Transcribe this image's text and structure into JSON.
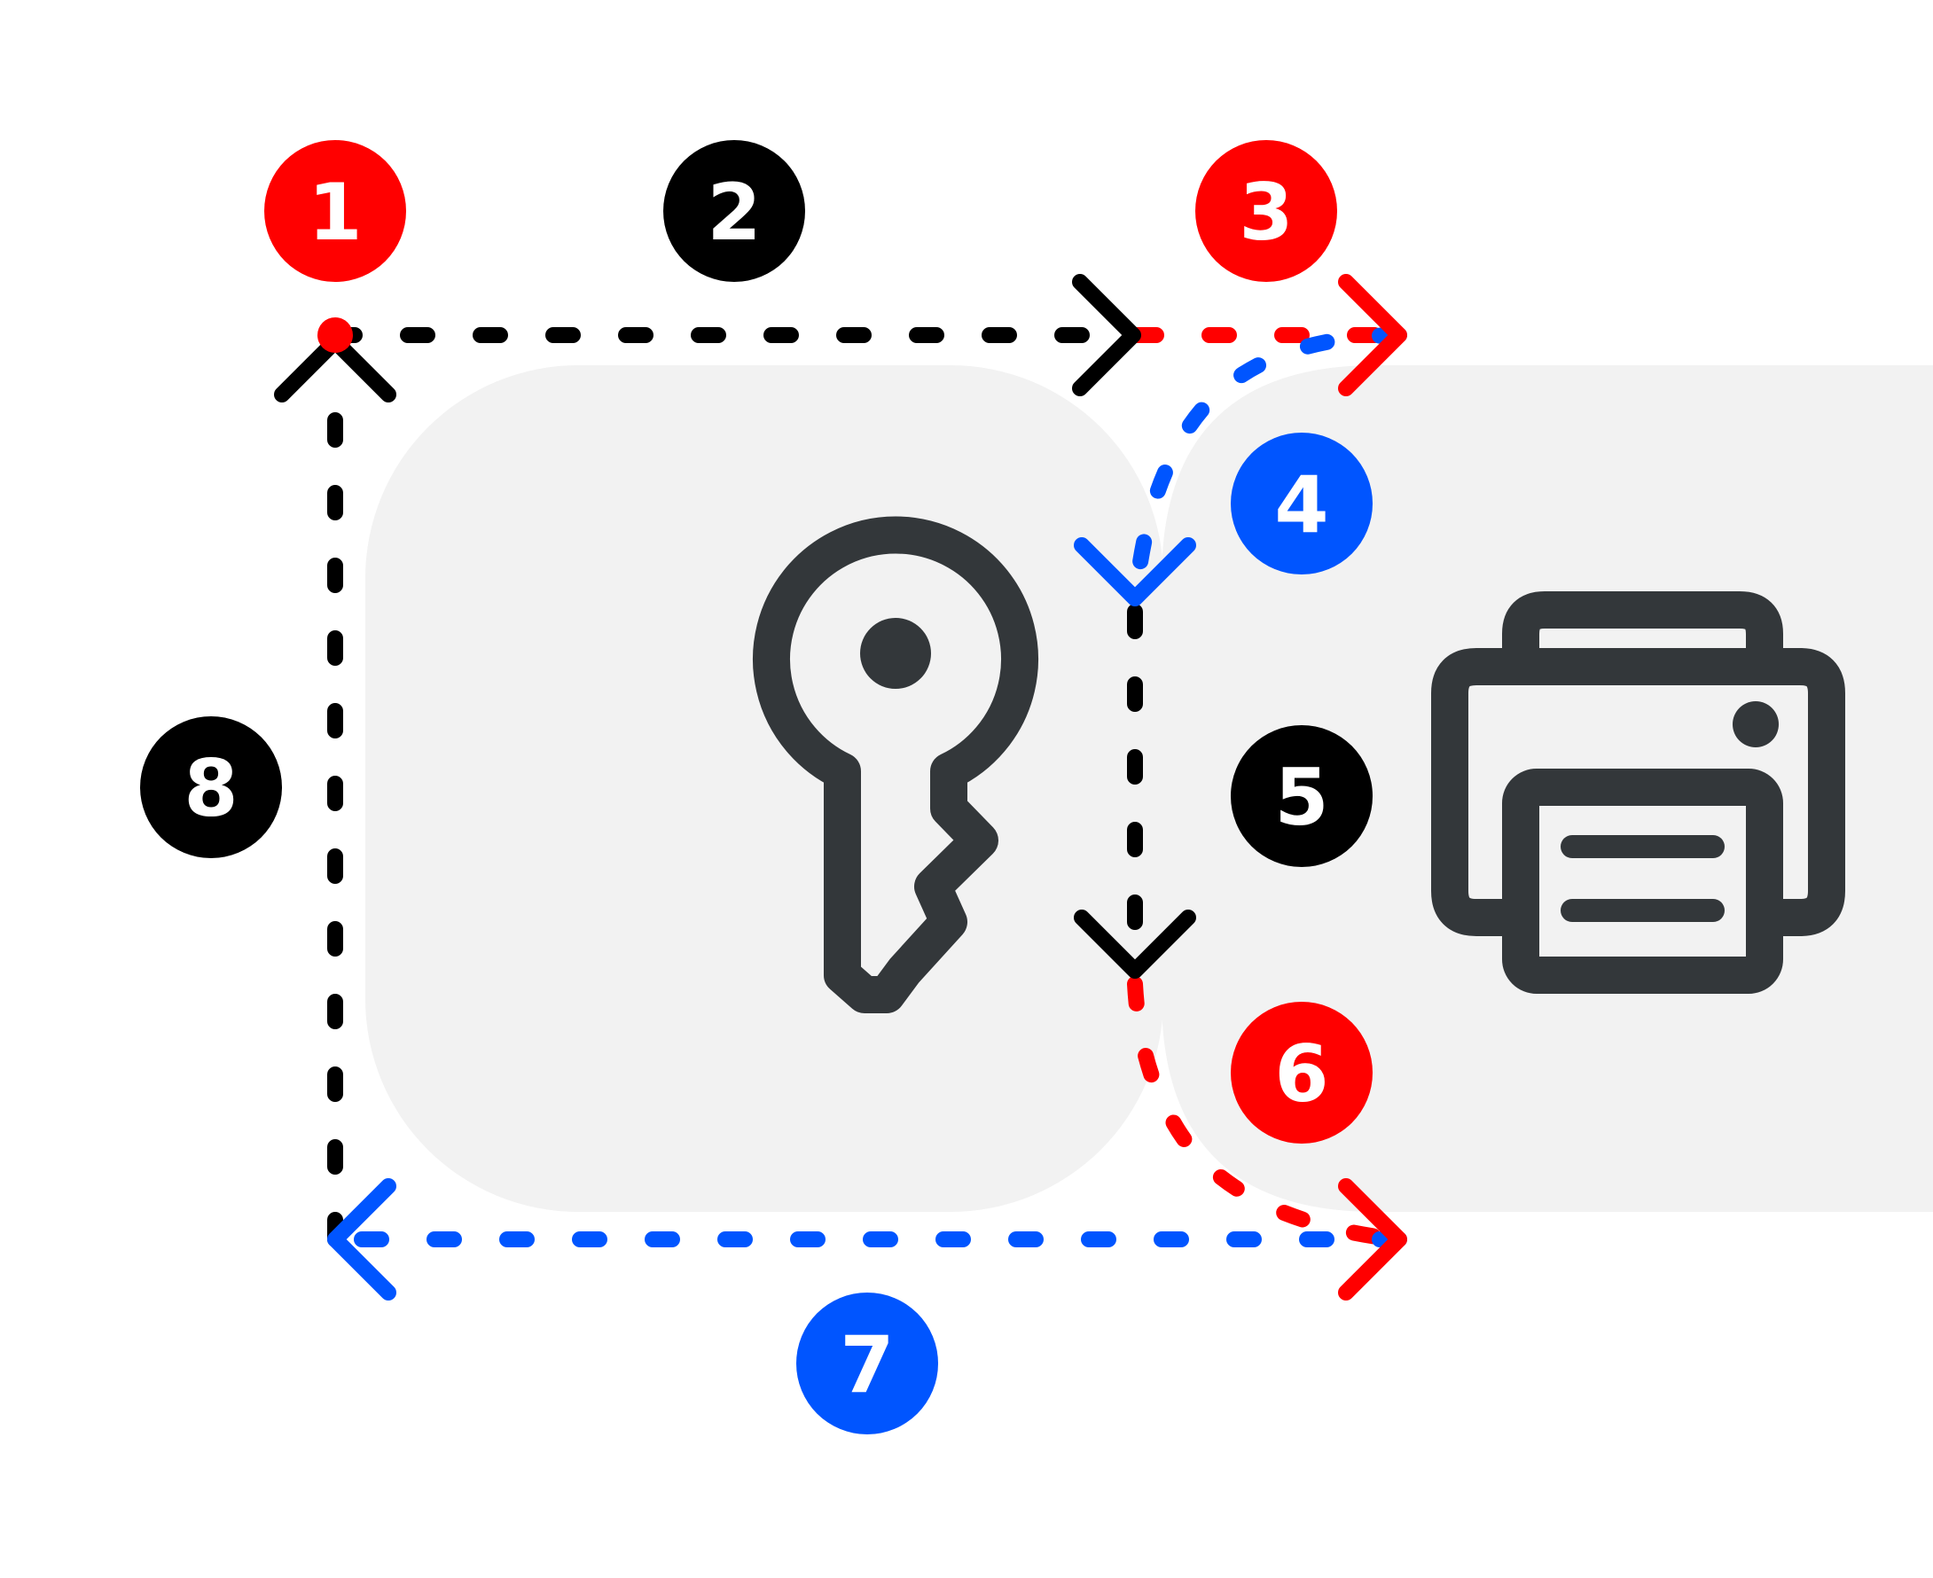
{
  "colors": {
    "red": "#ff0000",
    "black": "#000000",
    "blue": "#0055ff",
    "tile": "#f2f2f2",
    "icon": "#33373a",
    "badge_text": "#ffffff"
  },
  "tiles": [
    {
      "name": "key-tile",
      "icon": "key-icon"
    },
    {
      "name": "printer-tile",
      "icon": "printer-icon"
    }
  ],
  "steps": [
    {
      "label": "1",
      "color": "#ff0000"
    },
    {
      "label": "2",
      "color": "#000000"
    },
    {
      "label": "3",
      "color": "#ff0000"
    },
    {
      "label": "4",
      "color": "#0055ff"
    },
    {
      "label": "5",
      "color": "#000000"
    },
    {
      "label": "6",
      "color": "#ff0000"
    },
    {
      "label": "7",
      "color": "#0055ff"
    },
    {
      "label": "8",
      "color": "#000000"
    }
  ]
}
